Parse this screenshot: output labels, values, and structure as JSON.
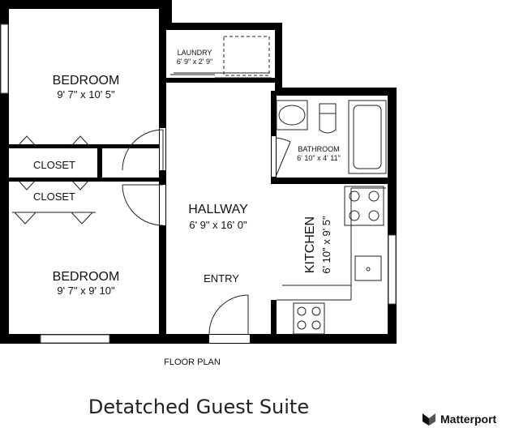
{
  "rooms": {
    "bedroom_top": {
      "name": "BEDROOM",
      "dims": "9' 7\" x 10' 5\""
    },
    "closet_top": {
      "name": "CLOSET"
    },
    "closet_bottom": {
      "name": "CLOSET"
    },
    "bedroom_bottom": {
      "name": "BEDROOM",
      "dims": "9' 7\" x 9' 10\""
    },
    "laundry": {
      "name": "LAUNDRY",
      "dims": "6' 9\" x 2' 9\""
    },
    "bathroom": {
      "name": "BATHROOM",
      "dims": "6' 10\" x 4' 11\""
    },
    "hallway": {
      "name": "HALLWAY",
      "dims": "6' 9\" x 16' 0\""
    },
    "entry": {
      "name": "ENTRY"
    },
    "kitchen": {
      "name": "KITCHEN",
      "dims": "6' 10\" x 9' 5\""
    }
  },
  "plan_label": "FLOOR PLAN",
  "caption": "Detatched Guest Suite",
  "brand": {
    "name": "Matterport",
    "icon": "matterport-logo-icon"
  },
  "colors": {
    "wall": "#000000",
    "line": "#222222",
    "background": "#ffffff"
  }
}
